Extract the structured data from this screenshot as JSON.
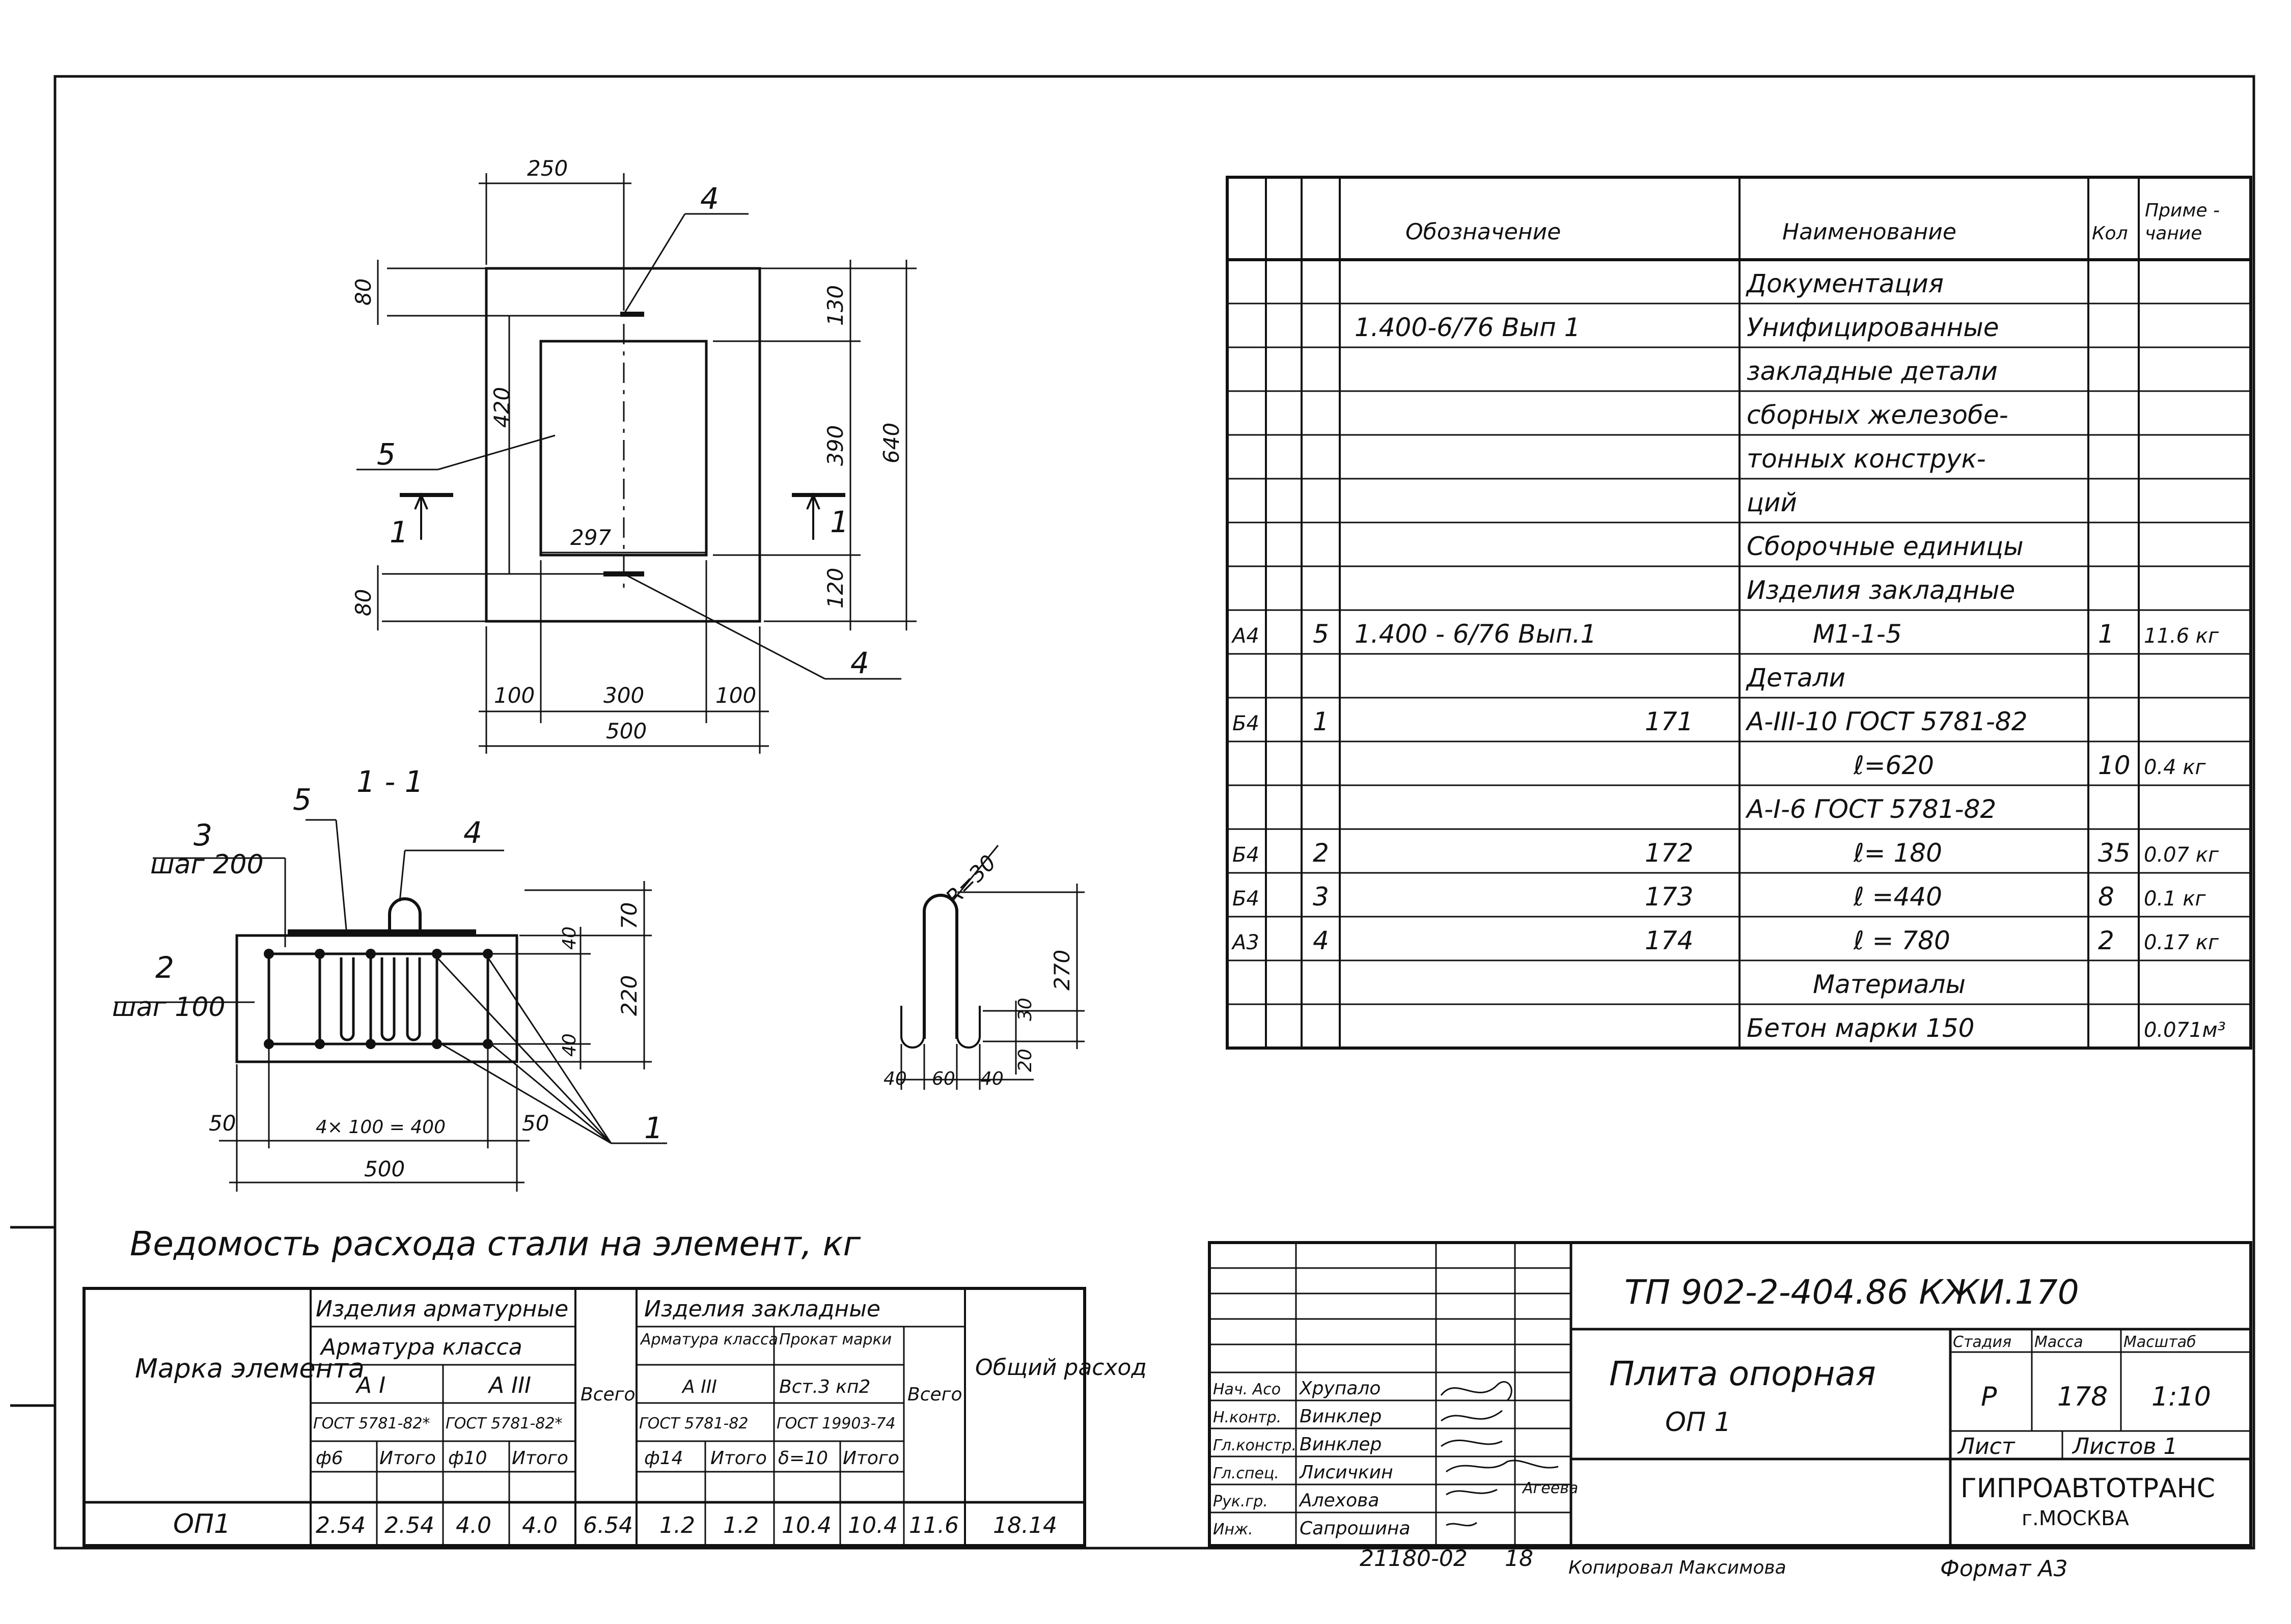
{
  "drawing": {
    "plan": {
      "dims": {
        "top_width": "250",
        "top_margin": "80",
        "left_height": "420",
        "right_top": "130",
        "right_mid": "390",
        "right_total": "640",
        "right_bottom": "120",
        "bottom_margin": "80",
        "center_width": "297",
        "bot_left": "100",
        "bot_mid": "300",
        "bot_right": "100",
        "bot_total": "500"
      },
      "callouts": {
        "c4_top": "4",
        "c5": "5",
        "c4_bottom": "4",
        "section_left": "1",
        "section_right": "1"
      }
    },
    "section": {
      "title": "1 - 1",
      "callouts": {
        "c3": "3",
        "c3_note": "шаг 200",
        "c5": "5",
        "c4": "4",
        "c2": "2",
        "c2_note": "шаг 100",
        "c1": "1"
      },
      "dims": {
        "h70": "70",
        "h40a": "40",
        "h220": "220",
        "h40b": "40",
        "w50a": "50",
        "w400": "4× 100 = 400",
        "w50b": "50",
        "w500": "500"
      }
    },
    "hook": {
      "dims": {
        "r": "R=30",
        "h270": "270",
        "h30": "30",
        "h20": "20",
        "w40a": "40",
        "w60": "60",
        "w40b": "40"
      }
    }
  },
  "spec_table": {
    "headers": {
      "designation": "Обозначение",
      "name": "Наименование",
      "qty": "Кол",
      "note_1": "Приме -",
      "note_2": "чание"
    },
    "rows": [
      {
        "zone": "",
        "pos": "",
        "designation": "",
        "name": "Документация",
        "qty": "",
        "note": ""
      },
      {
        "zone": "",
        "pos": "",
        "designation": "1.400-6/76 Вып 1",
        "name": "Унифицированные",
        "qty": "",
        "note": ""
      },
      {
        "zone": "",
        "pos": "",
        "designation": "",
        "name": "закладные детали",
        "qty": "",
        "note": ""
      },
      {
        "zone": "",
        "pos": "",
        "designation": "",
        "name": "сборных железобе-",
        "qty": "",
        "note": ""
      },
      {
        "zone": "",
        "pos": "",
        "designation": "",
        "name": "тонных конструк-",
        "qty": "",
        "note": ""
      },
      {
        "zone": "",
        "pos": "",
        "designation": "",
        "name": "ций",
        "qty": "",
        "note": ""
      },
      {
        "zone": "",
        "pos": "",
        "designation": "",
        "name": "Сборочные единицы",
        "qty": "",
        "note": ""
      },
      {
        "zone": "",
        "pos": "",
        "designation": "",
        "name": "Изделия закладные",
        "qty": "",
        "note": ""
      },
      {
        "zone": "А4",
        "pos": "5",
        "designation": "1.400 - 6/76 Вып.1",
        "name": "М1-1-5",
        "qty": "1",
        "note": "11.6 кг"
      },
      {
        "zone": "",
        "pos": "",
        "designation": "",
        "name": "Детали",
        "qty": "",
        "note": ""
      },
      {
        "zone": "Б4",
        "pos": "1",
        "designation": "171",
        "name": "А-III-10 ГОСТ 5781-82",
        "qty": "",
        "note": ""
      },
      {
        "zone": "",
        "pos": "",
        "designation": "",
        "name": "ℓ=620",
        "qty": "10",
        "note": "0.4 кг"
      },
      {
        "zone": "",
        "pos": "",
        "designation": "",
        "name": "А-I-6 ГОСТ 5781-82",
        "qty": "",
        "note": ""
      },
      {
        "zone": "Б4",
        "pos": "2",
        "designation": "172",
        "name": "ℓ= 180",
        "qty": "35",
        "note": "0.07 кг"
      },
      {
        "zone": "Б4",
        "pos": "3",
        "designation": "173",
        "name": "ℓ =440",
        "qty": "8",
        "note": "0.1 кг"
      },
      {
        "zone": "А3",
        "pos": "4",
        "designation": "174",
        "name": "ℓ = 780",
        "qty": "2",
        "note": "0.17 кг"
      },
      {
        "zone": "",
        "pos": "",
        "designation": "",
        "name": "Материалы",
        "qty": "",
        "note": ""
      },
      {
        "zone": "",
        "pos": "",
        "designation": "",
        "name": "Бетон марки 150",
        "qty": "",
        "note": "0.071м³"
      }
    ]
  },
  "steel_table": {
    "title": "Ведомость расхода стали на элемент, кг",
    "h_mark": "Марка элемента",
    "h_rebar": "Изделия арматурные",
    "h_rebar_class": "Арматура класса",
    "h_ai": "А I",
    "h_aiii": "А III",
    "h_gost_ai": "ГОСТ 5781-82*",
    "h_gost_aiii": "ГОСТ 5781-82*",
    "h_f6": "ф6",
    "h_total_a": "Итого",
    "h_f10": "ф10",
    "h_total_b": "Итого",
    "h_all_1": "Всего",
    "h_embed": "Изделия закладные",
    "h_embed_rebar": "Арматура класса",
    "h_rolled": "Прокат марки",
    "h_aiii_2": "А III",
    "h_vst": "Вст.3 кп2",
    "h_gost_e1": "ГОСТ 5781-82",
    "h_gost_e2": "ГОСТ 19903-74",
    "h_f14": "ф14",
    "h_total_c": "Итого",
    "h_d10": "δ=10",
    "h_total_d": "Итого",
    "h_all_2": "Всего",
    "h_overall": "Общий расход",
    "row": {
      "mark": "ОП1",
      "v1": "2.54",
      "v2": "2.54",
      "v3": "4.0",
      "v4": "4.0",
      "v5": "6.54",
      "v6": "1.2",
      "v7": "1.2",
      "v8": "10.4",
      "v9": "10.4",
      "v10": "11.6",
      "v11": "18.14"
    }
  },
  "title_block": {
    "code": "ТП 902-2-404.86  КЖИ.170",
    "name_1": "Плита опорная",
    "name_2": "ОП 1",
    "h_stage": "Стадия",
    "h_mass": "Масса",
    "h_scale": "Масштаб",
    "stage": "Р",
    "mass": "178",
    "scale": "1:10",
    "sheet": "Лист",
    "sheets": "Листов 1",
    "org_1": "ГИПРОАВТОТРАНС",
    "org_2": "г.МОСКВА",
    "signers": [
      {
        "role": "Нач. Асо",
        "name": "Хрупало"
      },
      {
        "role": "Н.контр.",
        "name": "Винклер"
      },
      {
        "role": "Гл.констр.",
        "name": "Винклер"
      },
      {
        "role": "Гл.спец.",
        "name": "Лисичкин"
      },
      {
        "role": "Рук.гр.",
        "name": "Алехова"
      },
      {
        "role": "Инж.",
        "name": "Сапрошина"
      }
    ],
    "sign_note": "Агеева"
  },
  "footer": {
    "inv": "21180-02",
    "page": "18",
    "copied": "Копировал Максимова",
    "format": "Формат А3"
  }
}
